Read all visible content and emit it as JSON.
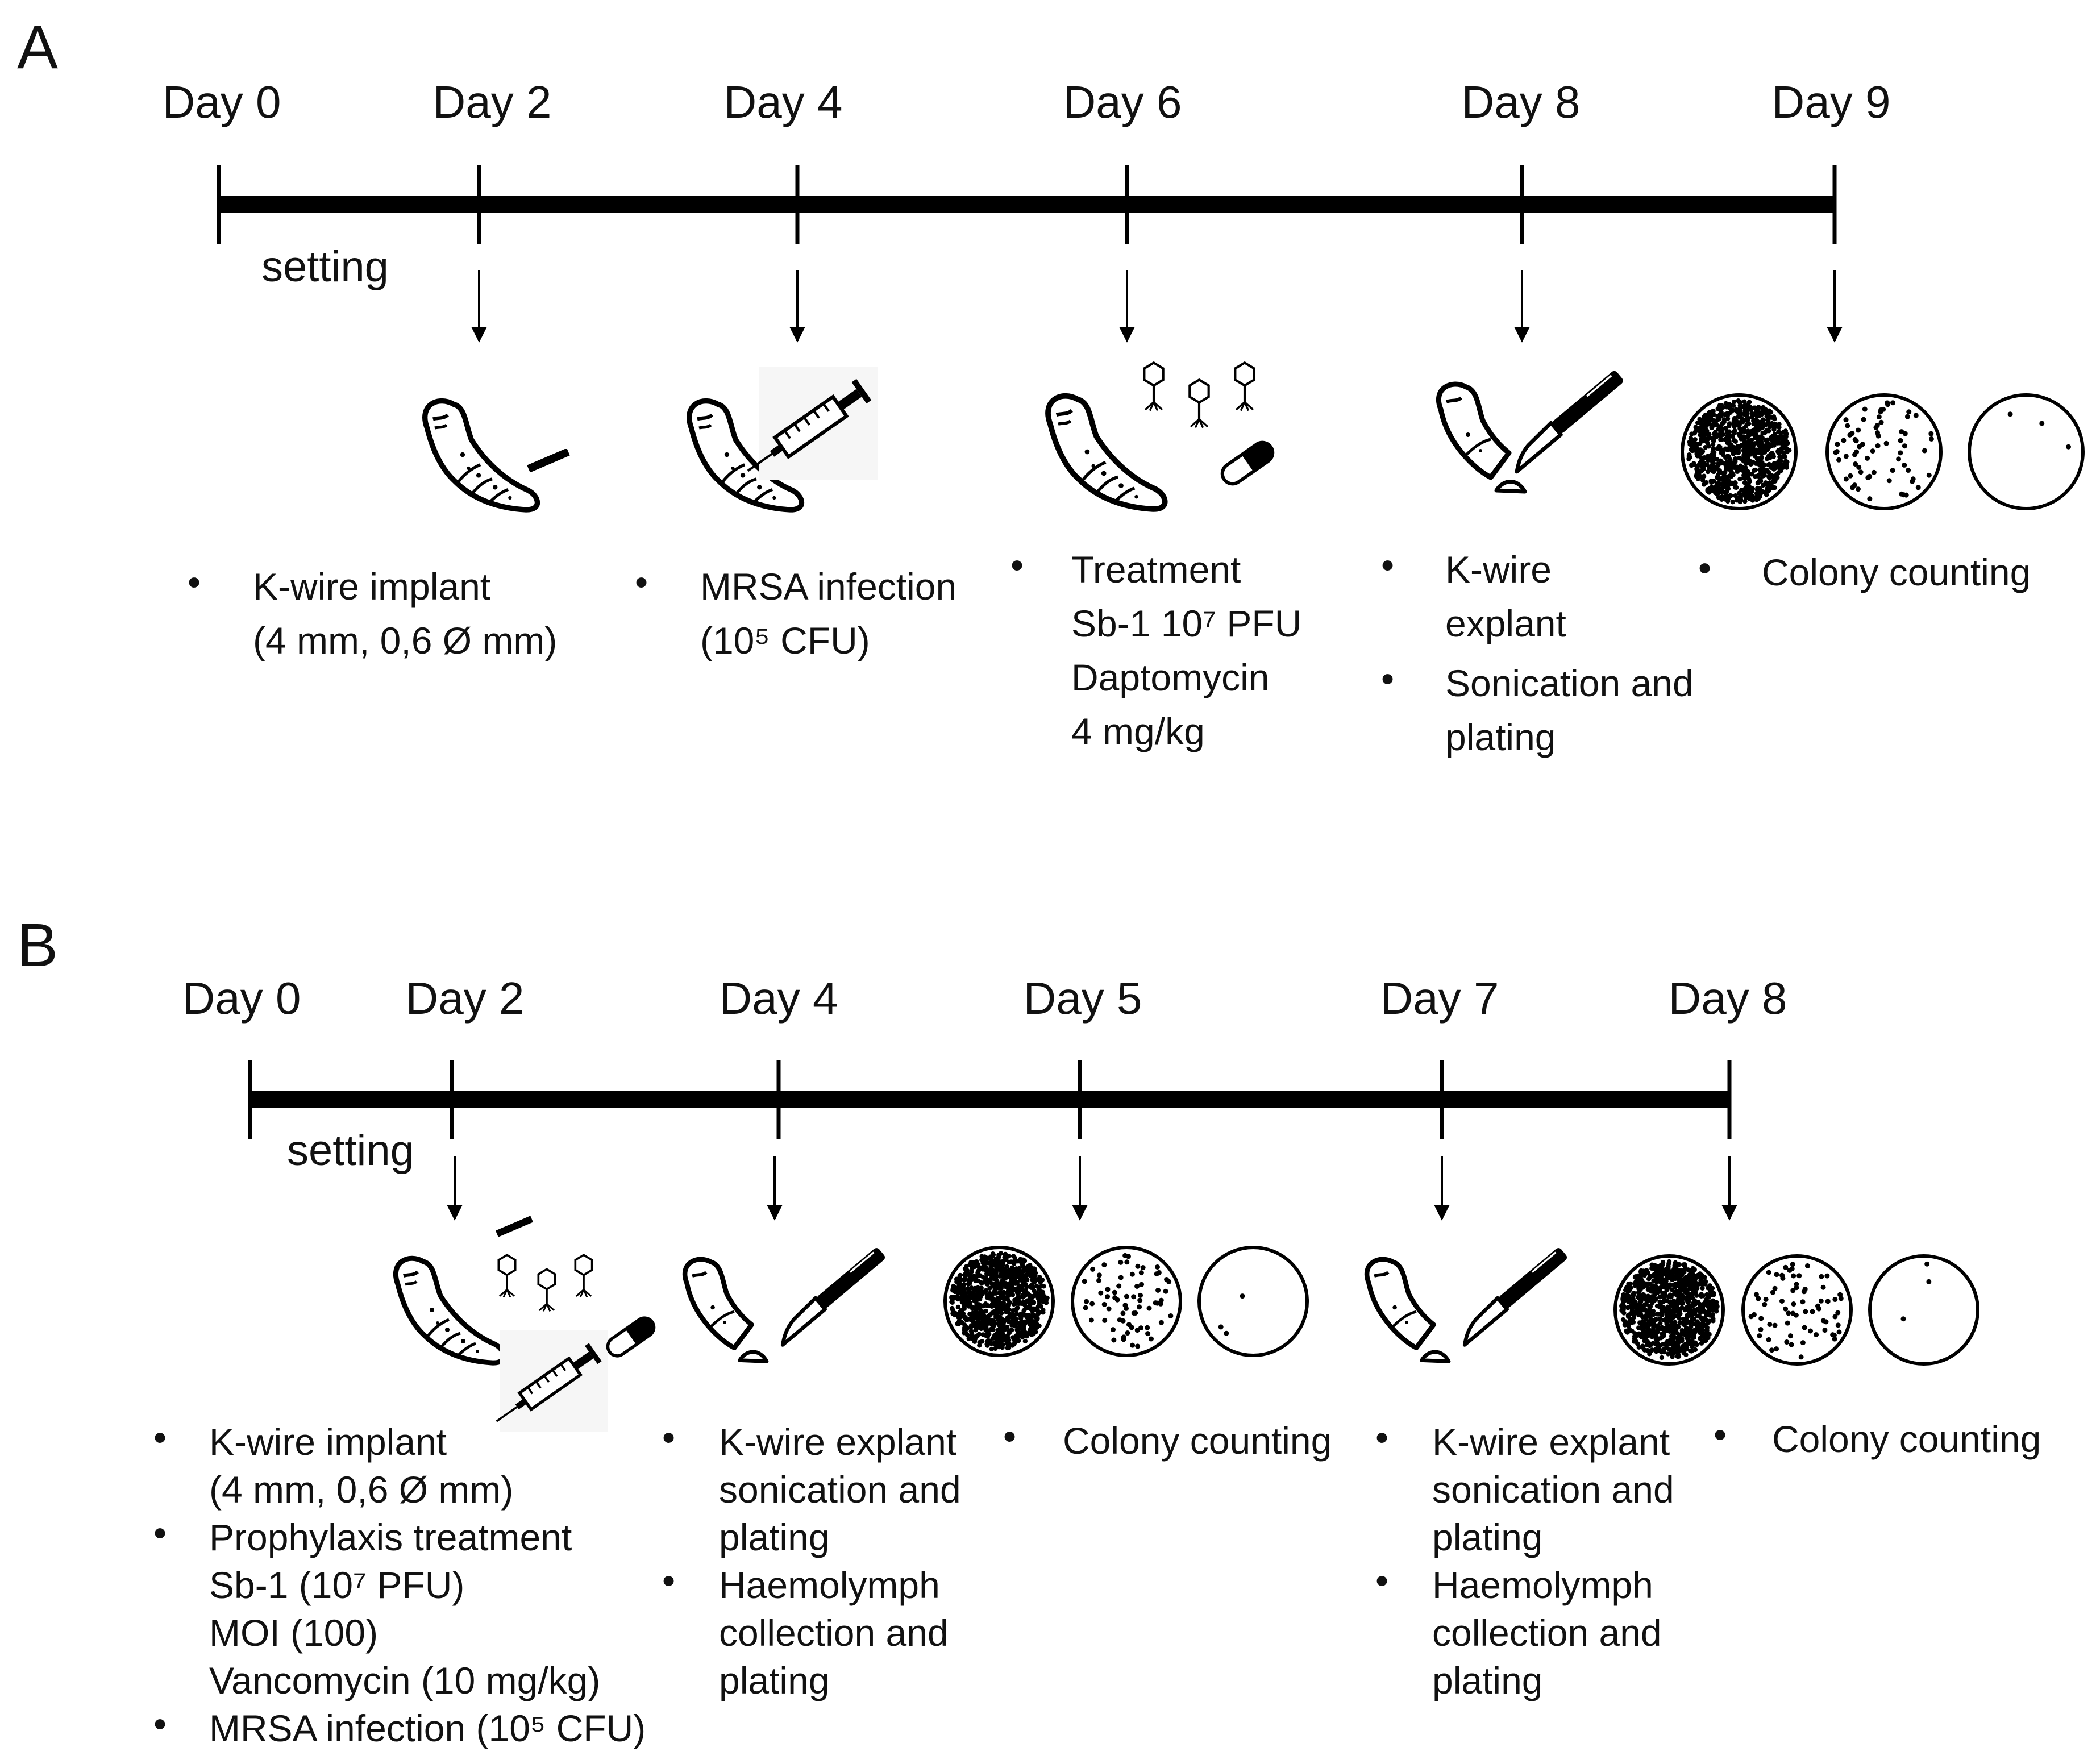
{
  "panels": [
    {
      "letter": "A",
      "days": [
        "Day 0",
        "Day 2",
        "Day 4",
        "Day 6",
        "Day 8",
        "Day 9"
      ],
      "setting_label": "setting",
      "steps": [
        {
          "bullets": [
            [
              "K-wire implant",
              "(4 mm, 0,6 Ø mm)"
            ]
          ]
        },
        {
          "bullets": [
            [
              "MRSA infection",
              "(10⁵ CFU)"
            ]
          ]
        },
        {
          "bullets": [
            [
              "Treatment",
              "Sb-1 10⁷ PFU",
              "Daptomycin",
              "4 mg/kg"
            ]
          ]
        },
        {
          "bullets": [
            [
              "K-wire",
              "explant"
            ],
            [
              "Sonication and",
              "plating"
            ]
          ]
        },
        {
          "bullets": [
            [
              "Colony counting"
            ]
          ]
        }
      ]
    },
    {
      "letter": "B",
      "days": [
        "Day 0",
        "Day 2",
        "Day 4",
        "Day 5",
        "Day 7",
        "Day 8"
      ],
      "setting_label": "setting",
      "steps": [
        {
          "bullets": [
            [
              "K-wire implant",
              "(4 mm, 0,6 Ø mm)"
            ],
            [
              "Prophylaxis treatment",
              "Sb-1 (10⁷ PFU)",
              "MOI (100)",
              "Vancomycin (10 mg/kg)"
            ],
            [
              "MRSA infection (10⁵ CFU)"
            ]
          ]
        },
        {
          "bullets": [
            [
              "K-wire explant",
              "sonication and",
              "plating"
            ],
            [
              "Haemolymph",
              "collection and",
              "plating"
            ]
          ]
        },
        {
          "bullets": [
            [
              "Colony counting"
            ]
          ]
        },
        {
          "bullets": [
            [
              "K-wire explant",
              "sonication and",
              "plating"
            ],
            [
              "Haemolymph",
              "collection and",
              "plating"
            ]
          ]
        },
        {
          "bullets": [
            [
              "Colony counting"
            ]
          ]
        }
      ]
    }
  ],
  "icons": {
    "larva": "larva-icon",
    "kwire": "kwire-icon",
    "syringe": "syringe-icon",
    "phage": "phage-icon",
    "capsule": "capsule-icon",
    "scalpel": "scalpel-icon",
    "petri_dense": "petri-dish-dense-icon",
    "petri_medium": "petri-dish-medium-icon",
    "petri_sparse": "petri-dish-sparse-icon"
  }
}
